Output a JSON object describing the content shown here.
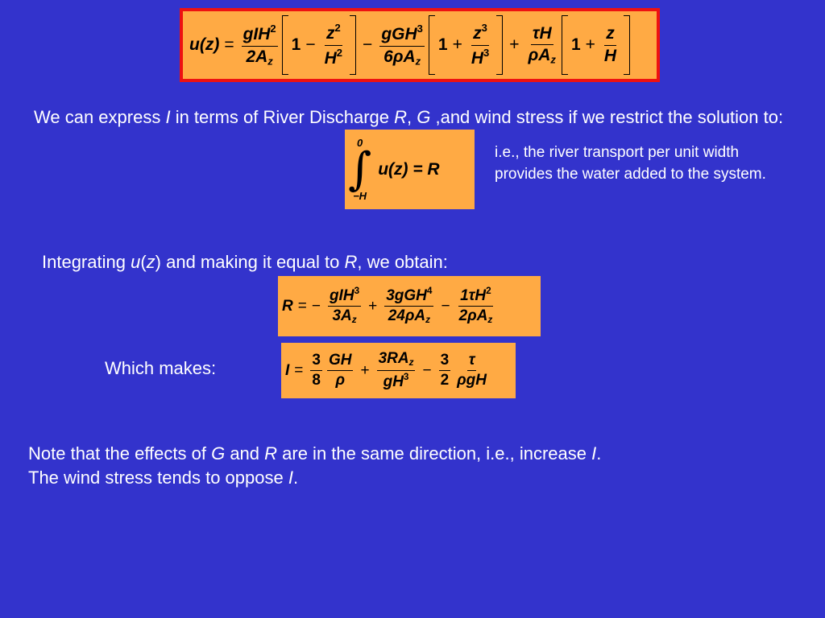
{
  "eq_main": {
    "lhs": "u(z)",
    "t1_num": "gIH",
    "t1_num_exp": "2",
    "t1_den": "2A",
    "t1_den_sub": "z",
    "b1_one": "1",
    "b1_op": "−",
    "b1_num": "z",
    "b1_num_exp": "2",
    "b1_den": "H",
    "b1_den_exp": "2",
    "op_minus": "−",
    "t2_num": "gGH",
    "t2_num_exp": "3",
    "t2_den": "6ρA",
    "t2_den_sub": "z",
    "b2_one": "1",
    "b2_op": "+",
    "b2_num": "z",
    "b2_num_exp": "3",
    "b2_den": "H",
    "b2_den_exp": "3",
    "op_plus": "+",
    "t3_num": "τH",
    "t3_den": "ρA",
    "t3_den_sub": "z",
    "b3_one": "1",
    "b3_op": "+",
    "b3_num": "z",
    "b3_den": "H"
  },
  "para1": {
    "a": "We can express ",
    "I": "I",
    "b": " in terms of River Discharge ",
    "R": "R",
    "c": ", ",
    "G": "G",
    "d": " ,and wind stress if we restrict the solution to:"
  },
  "eq_int": {
    "upper": "0",
    "lower": "−H",
    "body": "u(z) = R"
  },
  "side_note": "i.e., the river transport per unit width provides the water added to the system.",
  "para2": {
    "a": "Integrating ",
    "u": "u",
    "z": "z",
    "b": " and making it equal to ",
    "R": "R",
    "c": ", we obtain:"
  },
  "eq_R": {
    "lhs": "R",
    "t1_num": "gIH",
    "t1_num_exp": "3",
    "t1_den": "3A",
    "t1_den_sub": "z",
    "t2_num": "3gGH",
    "t2_num_exp": "4",
    "t2_den": "24ρA",
    "t2_den_sub": "z",
    "t3_num": "1τH",
    "t3_num_exp": "2",
    "t3_den": "2ρA",
    "t3_den_sub": "z"
  },
  "which_makes": "Which makes:",
  "eq_I": {
    "lhs": "I",
    "t1_c_num": "3",
    "t1_c_den": "8",
    "t1_num": "GH",
    "t1_den": "ρ",
    "t2_num": "3RA",
    "t2_num_sub": "z",
    "t2_den": "gH",
    "t2_den_exp": "3",
    "t3_c_num": "3",
    "t3_c_den": "2",
    "t3_num": "τ",
    "t3_den": "ρgH"
  },
  "para3": {
    "l1a": "Note that the effects of ",
    "G": "G",
    "l1b": " and ",
    "R": "R",
    "l1c": " are in the same direction, i.e., increase ",
    "I1": "I",
    "l1d": ".",
    "l2a": "The wind stress tends to oppose ",
    "I2": "I",
    "l2b": "."
  }
}
